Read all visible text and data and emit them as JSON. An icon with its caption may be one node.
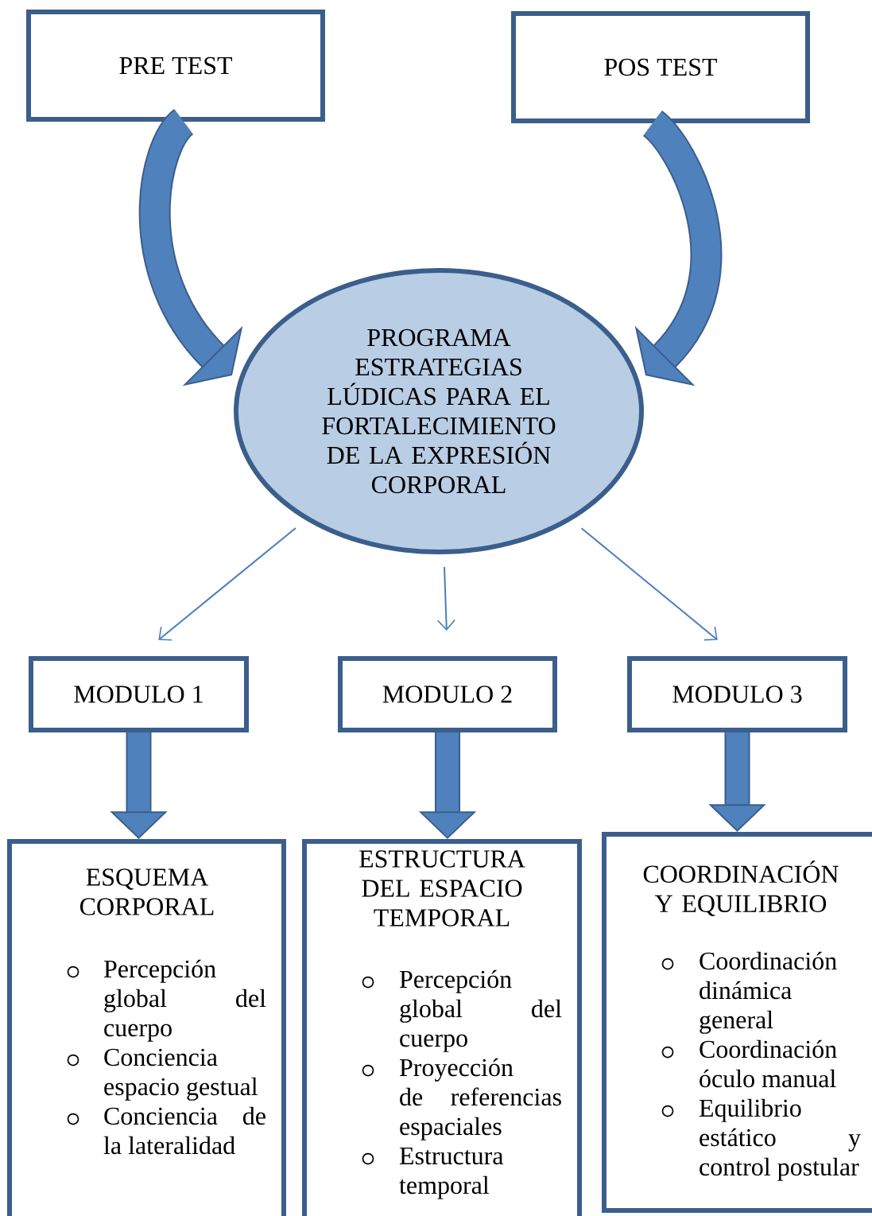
{
  "diagram": {
    "nodes": [
      {
        "text": [
          "PRE TEST"
        ]
      },
      {
        "text": [
          "POS TEST"
        ]
      },
      {
        "text": [
          "PROGRAMA ESTRATEGIAS LÚDICAS PARA EL FORTALECIMIENTO DE LA EXPRESIÓN CORPORAL"
        ]
      },
      {
        "text": [
          "MODULO 1"
        ]
      },
      {
        "text": [
          "MODULO 2"
        ]
      },
      {
        "text": [
          "MODULO 3"
        ]
      },
      {
        "text": [
          "ESQUEMA CORPORAL",
          "Percepción global del cuerpo",
          "Conciencia espacio gestual",
          "Conciencia de la lateralidad"
        ]
      },
      {
        "text": [
          "ESTRUCTURA DEL ESPACIO TEMPORAL",
          "Percepción global del cuerpo",
          "Proyección de referencias espaciales",
          "Estructura temporal"
        ]
      },
      {
        "text": [
          "COORDINACIÓN Y EQUILIBRIO",
          "Coordinación dinámica general",
          "Coordinación óculo manual",
          "Equilibrio estático y control postular"
        ]
      }
    ],
    "edges": [
      {
        "from": 0,
        "to": 2,
        "arrow": "to"
      },
      {
        "from": 1,
        "to": 2,
        "arrow": "to"
      },
      {
        "from": 2,
        "to": 3,
        "arrow": "to"
      },
      {
        "from": 2,
        "to": 4,
        "arrow": "to"
      },
      {
        "from": 2,
        "to": 5,
        "arrow": "to"
      },
      {
        "from": 3,
        "to": 6,
        "arrow": "to"
      },
      {
        "from": 4,
        "to": 7,
        "arrow": "to"
      },
      {
        "from": 5,
        "to": 8,
        "arrow": "to"
      }
    ]
  }
}
